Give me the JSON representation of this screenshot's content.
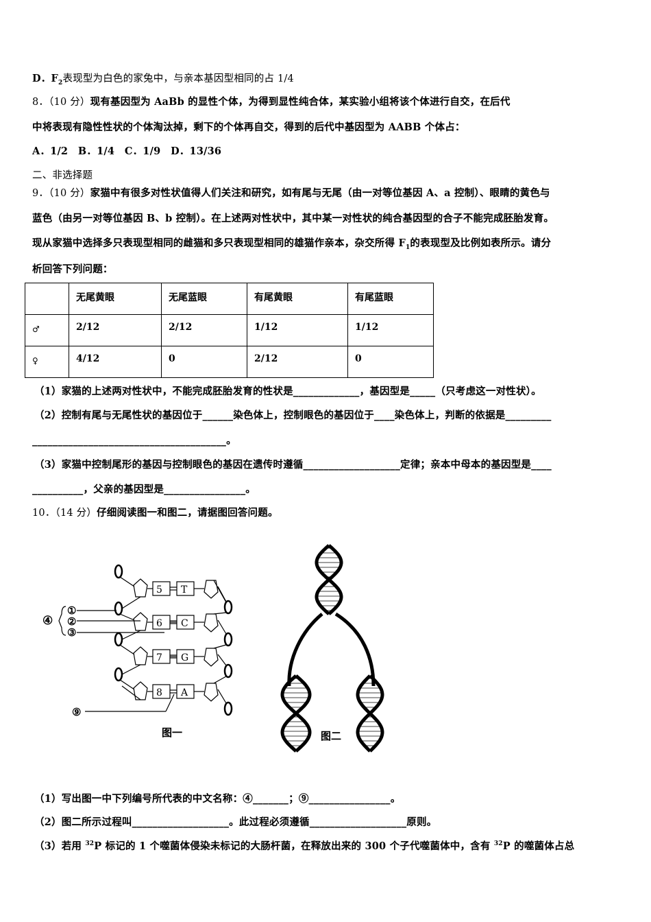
{
  "q7": {
    "option_d_prefix": "D．F",
    "option_d_sub": "2",
    "option_d_text": "表现型为白色的家兔中，与亲本基因型相同的占 1/4"
  },
  "q8": {
    "number": "8．（10 分）",
    "line1": "现有基因型为 AaBb 的显性个体，为得到显性纯合体，某实验小组将该个体进行自交，在后代",
    "line2": "中将表现有隐性性状的个体淘汰掉，剩下的个体再自交，得到的后代中基因型为 AABB 个体占：",
    "options": "A．1/2　B．1/4　C．1/9　D．13/36"
  },
  "section2": "二、非选择题",
  "q9": {
    "number": "9．（10 分）",
    "line1": "家猫中有很多对性状值得人们关注和研究，如有尾与无尾（由一对等位基因 A、a 控制）、眼睛的黄色与",
    "line2": "蓝色（由另一对等位基因 B、b 控制）。在上述两对性状中，其中某一对性状的纯合基因型的合子不能完成胚胎发育。",
    "line3a": "现从家猫中选择多只表现型相同的雌猫和多只表现型相同的雄猫作亲本，杂交所得 F",
    "line3sub": "1",
    "line3b": "的表现型及比例如表所示。请分",
    "line4": "析回答下列问题：",
    "table": {
      "headers": [
        "",
        "无尾黄眼",
        "无尾蓝眼",
        "有尾黄眼",
        "有尾蓝眼"
      ],
      "rows": [
        [
          "♂",
          "2/12",
          "2/12",
          "1/12",
          "1/12"
        ],
        [
          "♀",
          "4/12",
          "0",
          "2/12",
          "0"
        ]
      ]
    },
    "sub1": "（1）家猫的上述两对性状中，不能完成胚胎发育的性状是_____________，基因型是_____（只考虑这一对性状）。",
    "sub2a": "（2）控制有尾与无尾性状的基因位于______染色体上，控制眼色的基因位于____染色体上，判断的依据是_________",
    "sub2b": "______________________________________。",
    "sub3a": "（3）家猫中控制尾形的基因与控制眼色的基因在遗传时遵循___________________定律；亲本中母本的基因型是____",
    "sub3b": "__________，父亲的基因型是________________。"
  },
  "q10": {
    "number": "10．（14 分）",
    "intro": "仔细阅读图一和图二，请据图回答问题。",
    "fig1": {
      "caption": "图一",
      "bases_left": [
        "5",
        "6",
        "7",
        "8"
      ],
      "bases_right": [
        "T",
        "C",
        "G",
        "A"
      ],
      "labels": [
        "④",
        "①",
        "②",
        "③",
        "⑨"
      ]
    },
    "fig2": {
      "caption": "图二"
    },
    "sub1": "（1）写出图一中下列编号所代表的中文名称：④_______；⑨________________。",
    "sub2": "（2）图二所示过程叫___________________。此过程必须遵循___________________原则。",
    "sub3a": "（3）若用 ",
    "sup": "32",
    "sub3b": "P 标记的 1 个噬菌体侵染未标记的大肠杆菌，在释放出来的 300 个子代噬菌体中，含有 ",
    "sub3c": "P 的噬菌体占总"
  }
}
